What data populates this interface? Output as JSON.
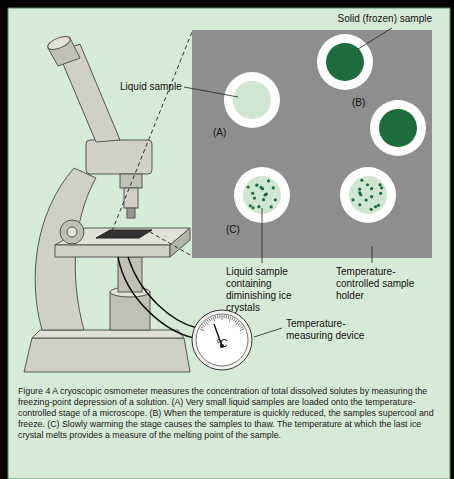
{
  "diagram": {
    "caption": "Figure 4 A cryoscopic osmometer measures the concentration of total dissolved solutes by measuring the freezing-point depression of a solution. (A) Very small liquid samples are loaded onto the temperature-controlled stage of a microscope. (B) When the temperature is quickly reduced, the samples supercool and freeze. (C) Slowly warming the stage causes the samples to thaw. The temperature at which the last ice crystal melts provides a measure of the melting point of the sample.",
    "nodes": [
      {
        "text": [
          "°C"
        ]
      }
    ],
    "labels": [
      "Liquid sample",
      "Solid (frozen) sample",
      "(A)",
      "(B)",
      "(C)",
      "Liquid sample containing diminishing ice crystals",
      "Temperature-controlled sample holder",
      "Temperature-measuring device"
    ]
  }
}
